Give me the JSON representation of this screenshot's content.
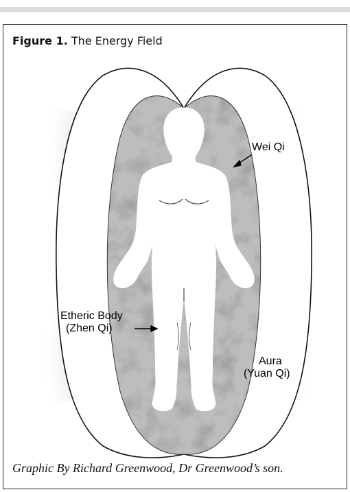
{
  "figure": {
    "title_prefix": "Figure 1.",
    "title_text": "The Energy Field"
  },
  "labels": {
    "wei_qi": "Wei Qi",
    "etheric_body_line1": "Etheric Body",
    "etheric_body_line2": "(Zhen Qi)",
    "aura_line1": "Aura",
    "aura_line2": "(Yuan Qi)"
  },
  "caption": "Graphic By Richard Greenwood, Dr Greenwood’s son."
}
